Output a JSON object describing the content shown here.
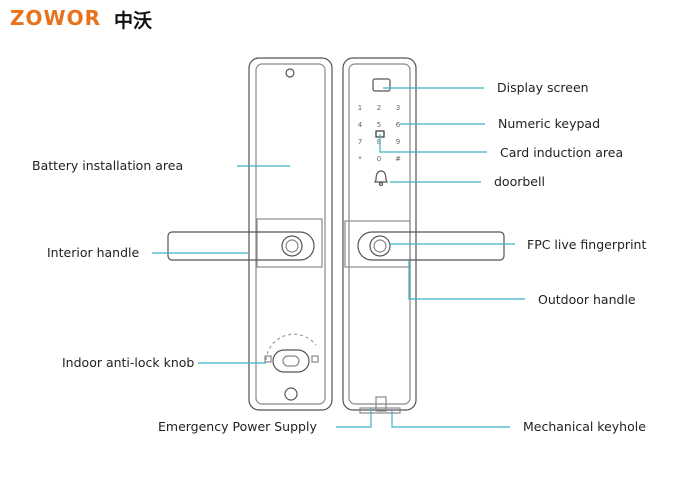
{
  "brand": {
    "name": "ZOWOR",
    "name_cn": "中沃",
    "color": "#e8731c"
  },
  "line_color": "#3fb0c9",
  "keypad": [
    "1",
    "2",
    "3",
    "4",
    "5",
    "6",
    "7",
    "8",
    "9",
    "*",
    "0",
    "#"
  ],
  "labels": {
    "battery": "Battery installation area",
    "interior_handle": "Interior handle",
    "anti_lock": "Indoor anti-lock knob",
    "emergency": "Emergency Power Supply",
    "display": "Display screen",
    "keypad": "Numeric keypad",
    "card": "Card induction area",
    "doorbell": "doorbell",
    "fpc": "FPC live fingerprint",
    "outdoor": "Outdoor handle",
    "keyhole": "Mechanical keyhole"
  }
}
